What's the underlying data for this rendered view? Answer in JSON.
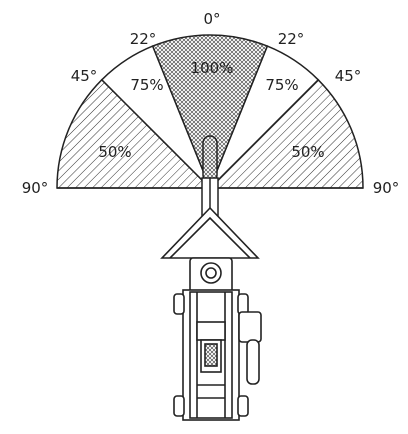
{
  "angles": {
    "top": "0°",
    "left_22": "22°",
    "right_22": "22°",
    "left_45": "45°",
    "right_45": "45°",
    "left_90": "90°",
    "right_90": "90°"
  },
  "zones": {
    "center": "100%",
    "left_mid": "75%",
    "right_mid": "75%",
    "left_outer": "50%",
    "right_outer": "50%"
  }
}
